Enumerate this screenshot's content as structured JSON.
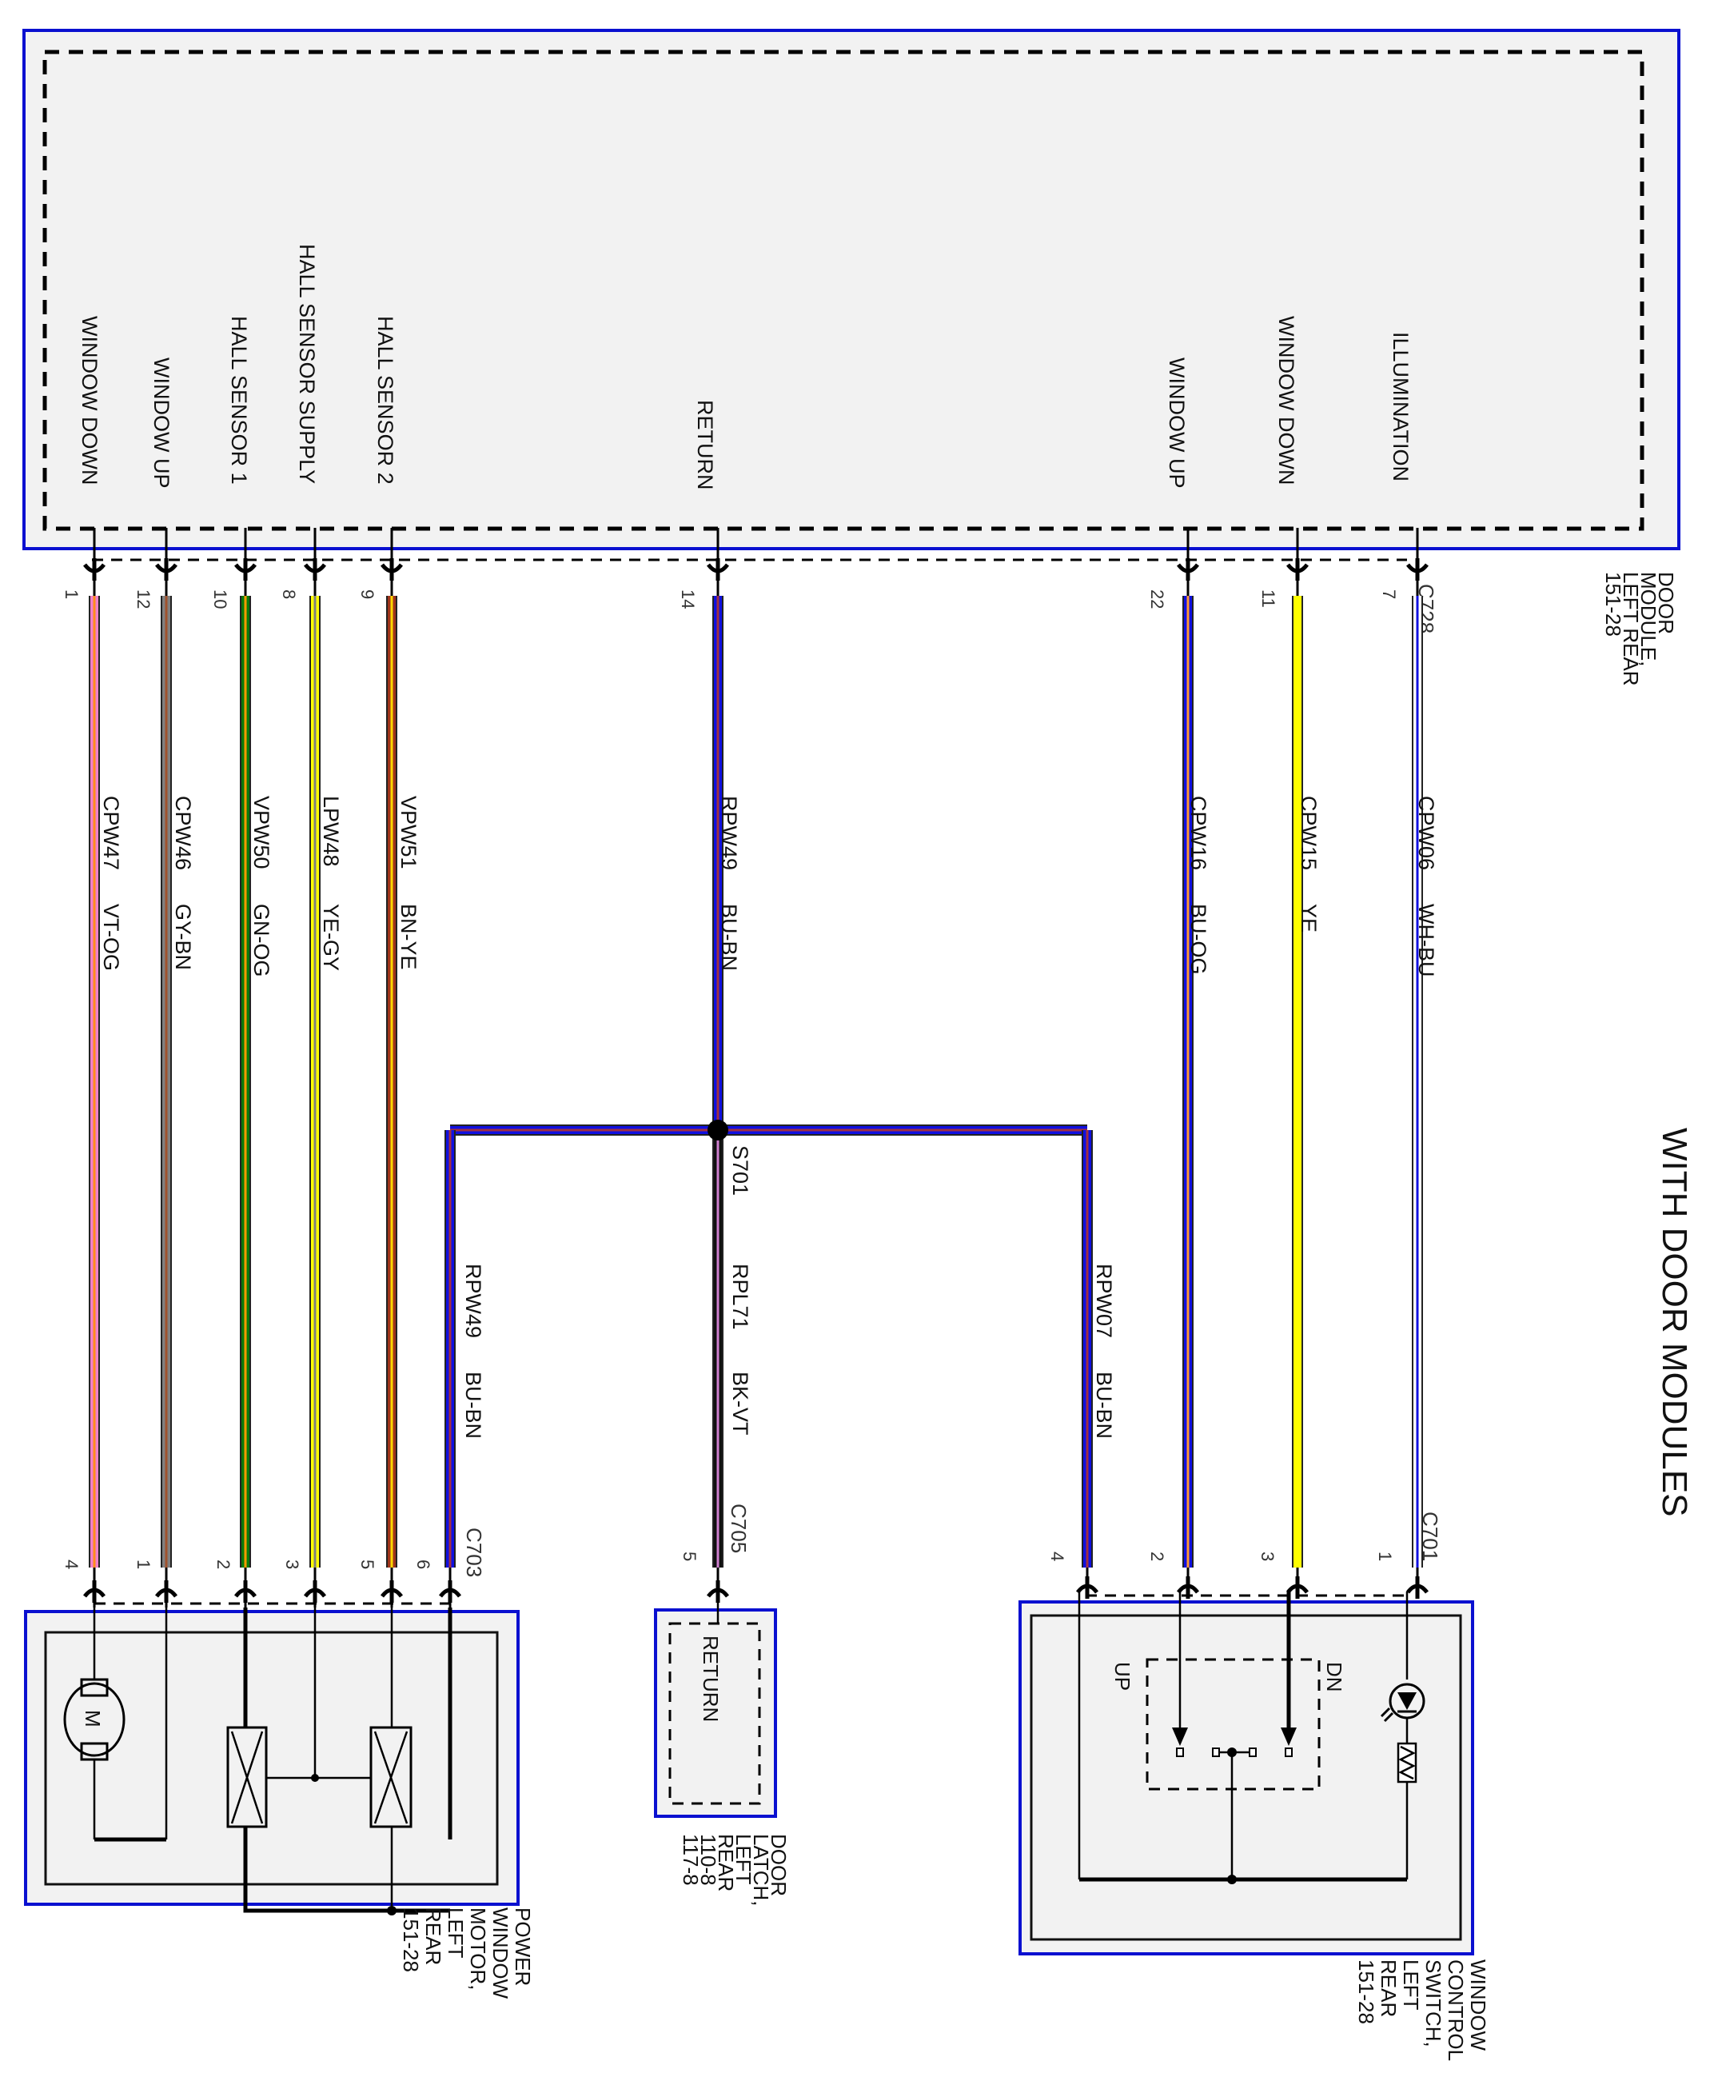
{
  "title": "WITH DOOR MODULES",
  "components": {
    "door_module": {
      "name_lines": [
        "DOOR",
        "MODULE,",
        "LEFT REAR",
        "151-28"
      ],
      "connector": "C728",
      "pins": [
        {
          "function": "WINDOW DOWN",
          "pin": "1"
        },
        {
          "function": "WINDOW UP",
          "pin": "12"
        },
        {
          "function": "HALL SENSOR 1",
          "pin": "10"
        },
        {
          "function": "HALL SENSOR SUPPLY",
          "pin": "8"
        },
        {
          "function": "HALL SENSOR 2",
          "pin": "9"
        },
        {
          "function": "RETURN",
          "pin": "14"
        },
        {
          "function": "WINDOW UP",
          "pin": "22"
        },
        {
          "function": "WINDOW DOWN",
          "pin": "11"
        },
        {
          "function": "ILLUMINATION",
          "pin": "7"
        }
      ]
    },
    "motor": {
      "name_lines": [
        "POWER",
        "WINDOW",
        "MOTOR,",
        "LEFT",
        "REAR",
        "151-28"
      ],
      "connector": "C703",
      "pins": [
        "4",
        "1",
        "2",
        "3",
        "5",
        "6"
      ],
      "motor_symbol_label": "M"
    },
    "door_latch": {
      "name_lines": [
        "DOOR",
        "LATCH,",
        "LEFT",
        "REAR",
        "110-8",
        "117-8"
      ],
      "connector": "C705",
      "pin": "5",
      "function": "RETURN"
    },
    "switch": {
      "name_lines": [
        "WINDOW",
        "CONTROL",
        "SWITCH,",
        "LEFT",
        "REAR",
        "151-28"
      ],
      "connector": "C701",
      "pins": [
        "4",
        "2",
        "3",
        "1"
      ],
      "up_label": "UP",
      "dn_label": "DN"
    }
  },
  "splice": "S701",
  "wires": [
    {
      "circuit": "CPW47",
      "color_code": "VT-OG",
      "base": "#f080c8",
      "stripe": "#ff8c1a"
    },
    {
      "circuit": "CPW46",
      "color_code": "GY-BN",
      "base": "#808080",
      "stripe": "#a0522d"
    },
    {
      "circuit": "VPW50",
      "color_code": "GN-OG",
      "base": "#0a7a0a",
      "stripe": "#ff9900"
    },
    {
      "circuit": "LPW48",
      "color_code": "YE-GY",
      "base": "#ffff00",
      "stripe": "#808080"
    },
    {
      "circuit": "VPW51",
      "color_code": "BN-YE",
      "base": "#a0341a",
      "stripe": "#ffd700"
    },
    {
      "circuit": "RPW49",
      "color_code": "BU-BN",
      "base": "#1010e0",
      "stripe": "#a03040"
    },
    {
      "circuit": "CPW16",
      "color_code": "BU-OG",
      "base": "#1010e0",
      "stripe": "#ff9933"
    },
    {
      "circuit": "CPW15",
      "color_code": "YE",
      "base": "#ffff00",
      "stripe": ""
    },
    {
      "circuit": "CPW06",
      "color_code": "WH-BU",
      "base": "#ffffff",
      "stripe": "#1010e0"
    },
    {
      "circuit": "RPW49",
      "color_code": "BU-BN",
      "base": "#1010e0",
      "stripe": "#a03040"
    },
    {
      "circuit": "RPL71",
      "color_code": "BK-VT",
      "base": "#111111",
      "stripe": "#d080d0"
    },
    {
      "circuit": "RPW07",
      "color_code": "BU-BN",
      "base": "#1010e0",
      "stripe": "#a03040"
    }
  ]
}
